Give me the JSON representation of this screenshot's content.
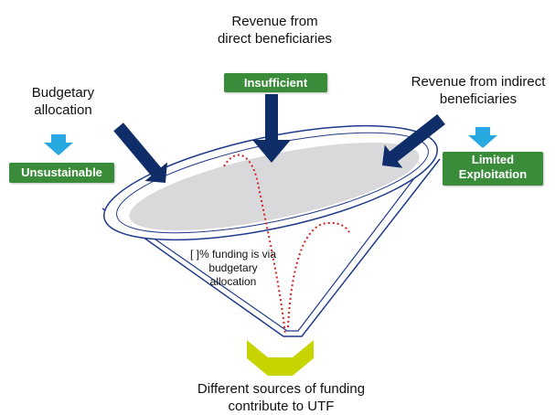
{
  "sources": {
    "direct": {
      "label_line1": "Revenue from",
      "label_line2": "direct beneficiaries",
      "badge": "Insufficient"
    },
    "budget": {
      "label_line1": "Budgetary",
      "label_line2": "allocation",
      "badge": "Unsustainable"
    },
    "indirect": {
      "label_line1": "Revenue from indirect",
      "label_line2": "beneficiaries",
      "badge_line1": "Limited",
      "badge_line2": "Exploitation"
    }
  },
  "note": {
    "line1": "[ ]% funding is via",
    "line2": "budgetary",
    "line3": "allocation"
  },
  "outcome": {
    "line1": "Different sources of funding",
    "line2": "contribute to UTF"
  },
  "colors": {
    "badge": "#3a8c3a",
    "dark_arrow": "#0f2d69",
    "light_arrow": "#28a8e0",
    "funnel_outline": "#1f3a8a",
    "funnel_fill": "#d9d9dc",
    "drip": "#d42020",
    "chevron": "#c8d400"
  }
}
